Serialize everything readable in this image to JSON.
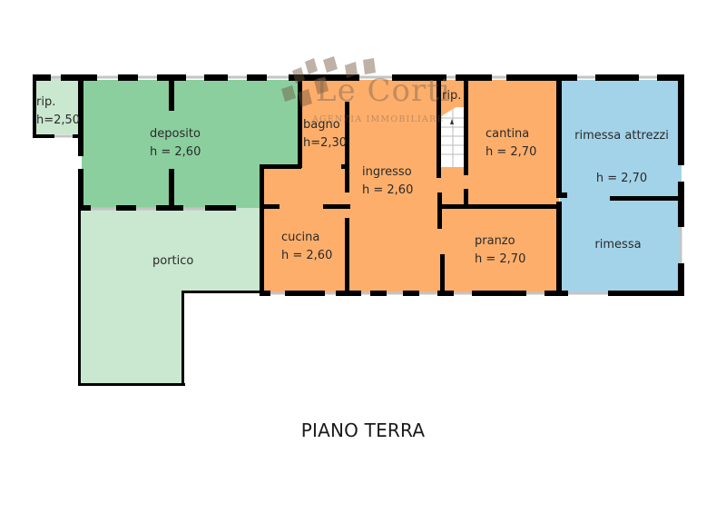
{
  "plan": {
    "title": "PIANO TERRA",
    "logo": {
      "name": "Le Corti",
      "subtitle": "AGENZIA IMMOBILIARE"
    },
    "colors": {
      "green_dark": "#8BCF9E",
      "green_light": "#C9E8CF",
      "orange": "#FDAE6B",
      "blue": "#A3D3E8",
      "wall": "#000000",
      "window": "#C8C8C8",
      "stairs": "#FFFFFF"
    },
    "rooms": [
      {
        "id": "rip_left",
        "name": "rip.",
        "height": "h=2,50"
      },
      {
        "id": "deposito",
        "name": "deposito",
        "height": "h = 2,60"
      },
      {
        "id": "portico",
        "name": "portico"
      },
      {
        "id": "bagno",
        "name": "bagno",
        "height": "h=2,30"
      },
      {
        "id": "ingresso",
        "name": "ingresso",
        "height": "h = 2,60"
      },
      {
        "id": "rip_stairs",
        "name": "rip."
      },
      {
        "id": "cantina",
        "name": "cantina",
        "height": "h = 2,70"
      },
      {
        "id": "cucina",
        "name": "cucina",
        "height": "h = 2,60"
      },
      {
        "id": "pranzo",
        "name": "pranzo",
        "height": "h = 2,70"
      },
      {
        "id": "rimessa_attrezzi",
        "name": "rimessa attrezzi",
        "height": "h = 2,70"
      },
      {
        "id": "rimessa",
        "name": "rimessa"
      }
    ]
  }
}
